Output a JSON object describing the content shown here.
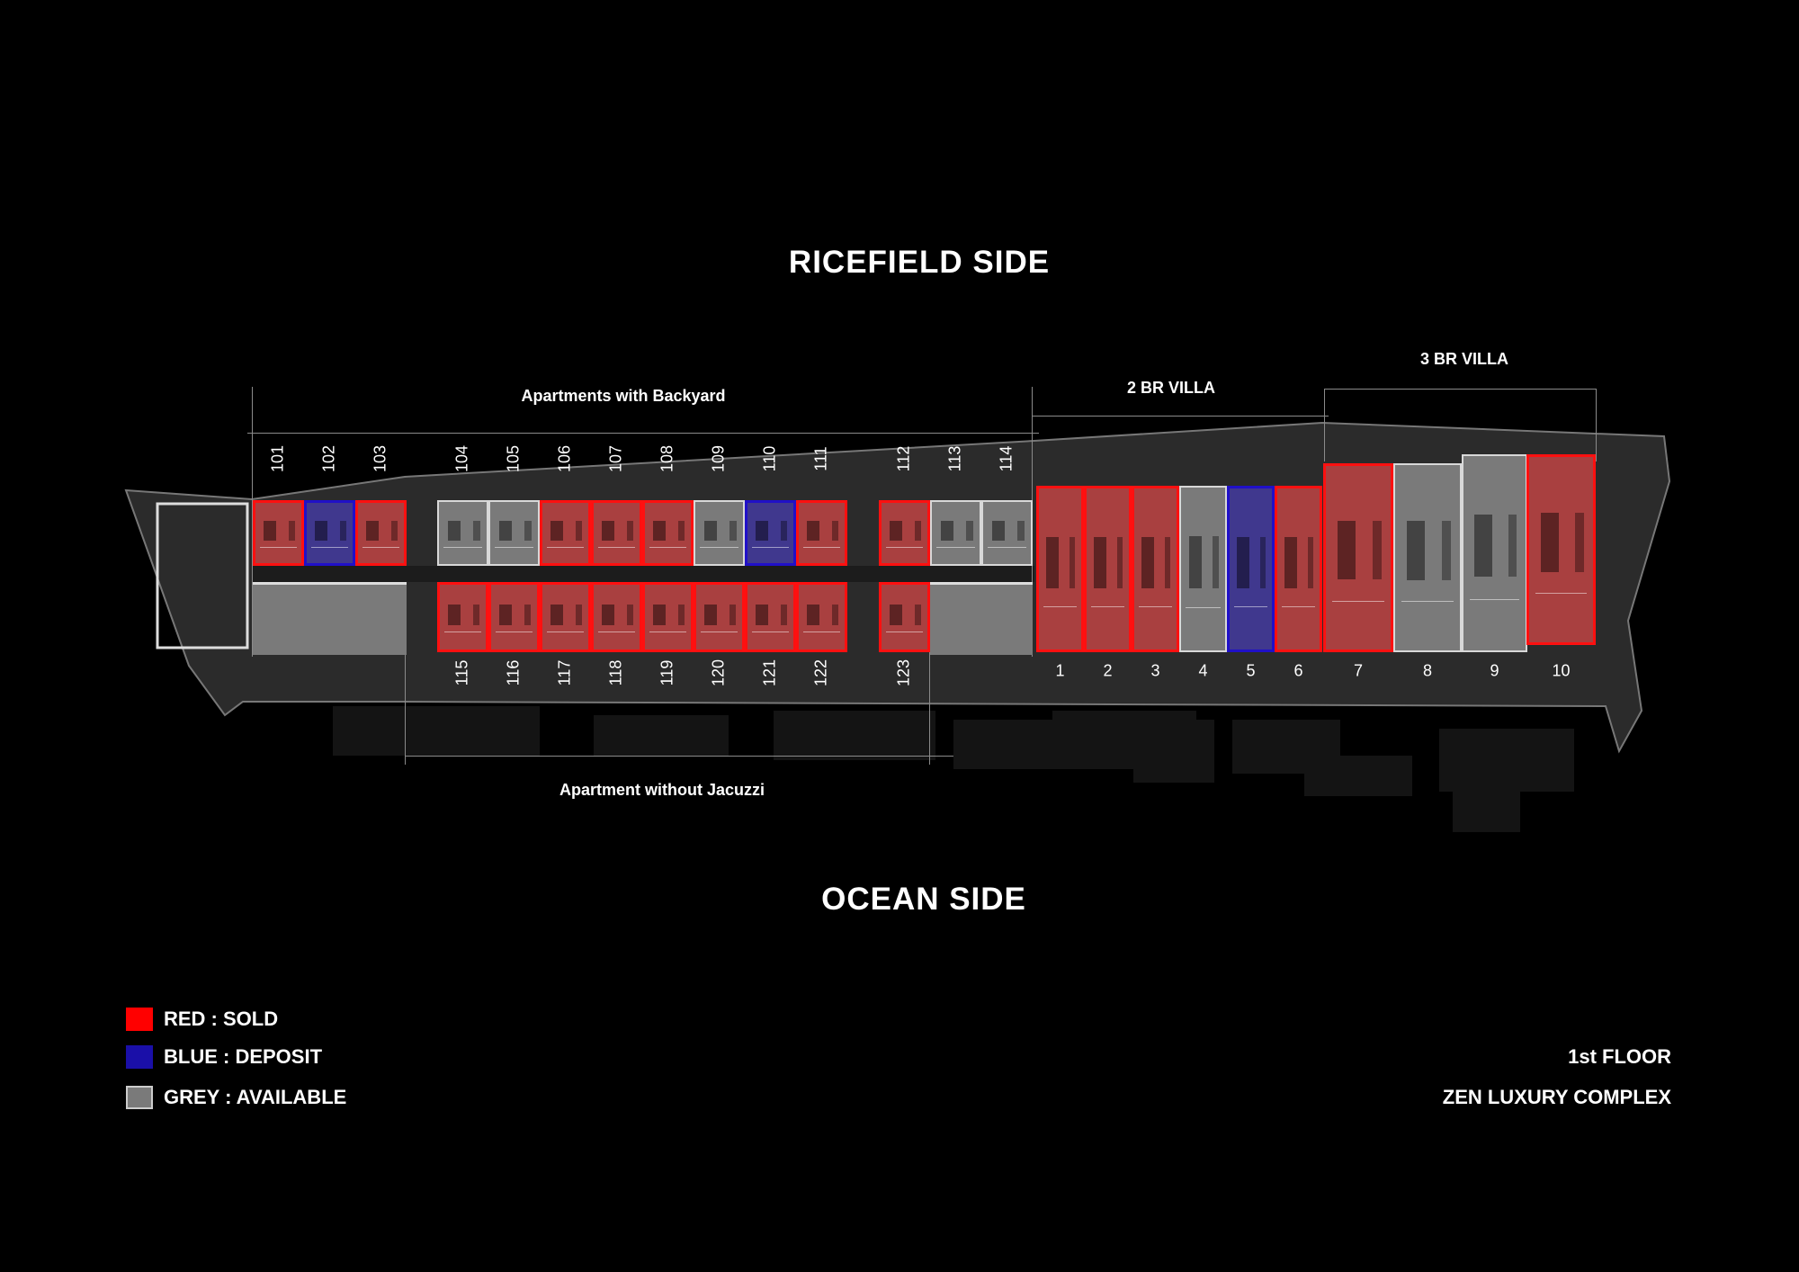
{
  "headings": {
    "top": "RICEFIELD SIDE",
    "bottom": "OCEAN SIDE"
  },
  "sections": {
    "backyard": "Apartments with Backyard",
    "no_jacuzzi": "Apartment without Jacuzzi",
    "villa2": "2 BR VILLA",
    "villa3": "3 BR VILLA"
  },
  "colors": {
    "sold": "#ff0000",
    "deposit": "#1a0fa8",
    "available": "#7a7a7a"
  },
  "units_top": [
    {
      "id": "101",
      "status": "sold"
    },
    {
      "id": "102",
      "status": "deposit"
    },
    {
      "id": "103",
      "status": "sold"
    },
    {
      "id": "104",
      "status": "available"
    },
    {
      "id": "105",
      "status": "available"
    },
    {
      "id": "106",
      "status": "sold"
    },
    {
      "id": "107",
      "status": "sold"
    },
    {
      "id": "108",
      "status": "sold"
    },
    {
      "id": "109",
      "status": "available"
    },
    {
      "id": "110",
      "status": "deposit"
    },
    {
      "id": "111",
      "status": "sold"
    },
    {
      "id": "112",
      "status": "sold"
    },
    {
      "id": "113",
      "status": "available"
    },
    {
      "id": "114",
      "status": "available"
    }
  ],
  "units_bottom": [
    {
      "id": "115",
      "status": "sold"
    },
    {
      "id": "116",
      "status": "sold"
    },
    {
      "id": "117",
      "status": "sold"
    },
    {
      "id": "118",
      "status": "sold"
    },
    {
      "id": "119",
      "status": "sold"
    },
    {
      "id": "120",
      "status": "sold"
    },
    {
      "id": "121",
      "status": "sold"
    },
    {
      "id": "122",
      "status": "sold"
    },
    {
      "id": "123",
      "status": "sold"
    }
  ],
  "villas": [
    {
      "id": "1",
      "status": "sold"
    },
    {
      "id": "2",
      "status": "sold"
    },
    {
      "id": "3",
      "status": "sold"
    },
    {
      "id": "4",
      "status": "available"
    },
    {
      "id": "5",
      "status": "deposit"
    },
    {
      "id": "6",
      "status": "sold"
    },
    {
      "id": "7",
      "status": "sold"
    },
    {
      "id": "8",
      "status": "available"
    },
    {
      "id": "9",
      "status": "available"
    },
    {
      "id": "10",
      "status": "sold"
    }
  ],
  "legend": [
    {
      "key": "sold",
      "label": "RED : SOLD"
    },
    {
      "key": "deposit",
      "label": "BLUE : DEPOSIT"
    },
    {
      "key": "available",
      "label": "GREY : AVAILABLE"
    }
  ],
  "footer": {
    "floor": "1st FLOOR",
    "project": "ZEN LUXURY COMPLEX"
  }
}
